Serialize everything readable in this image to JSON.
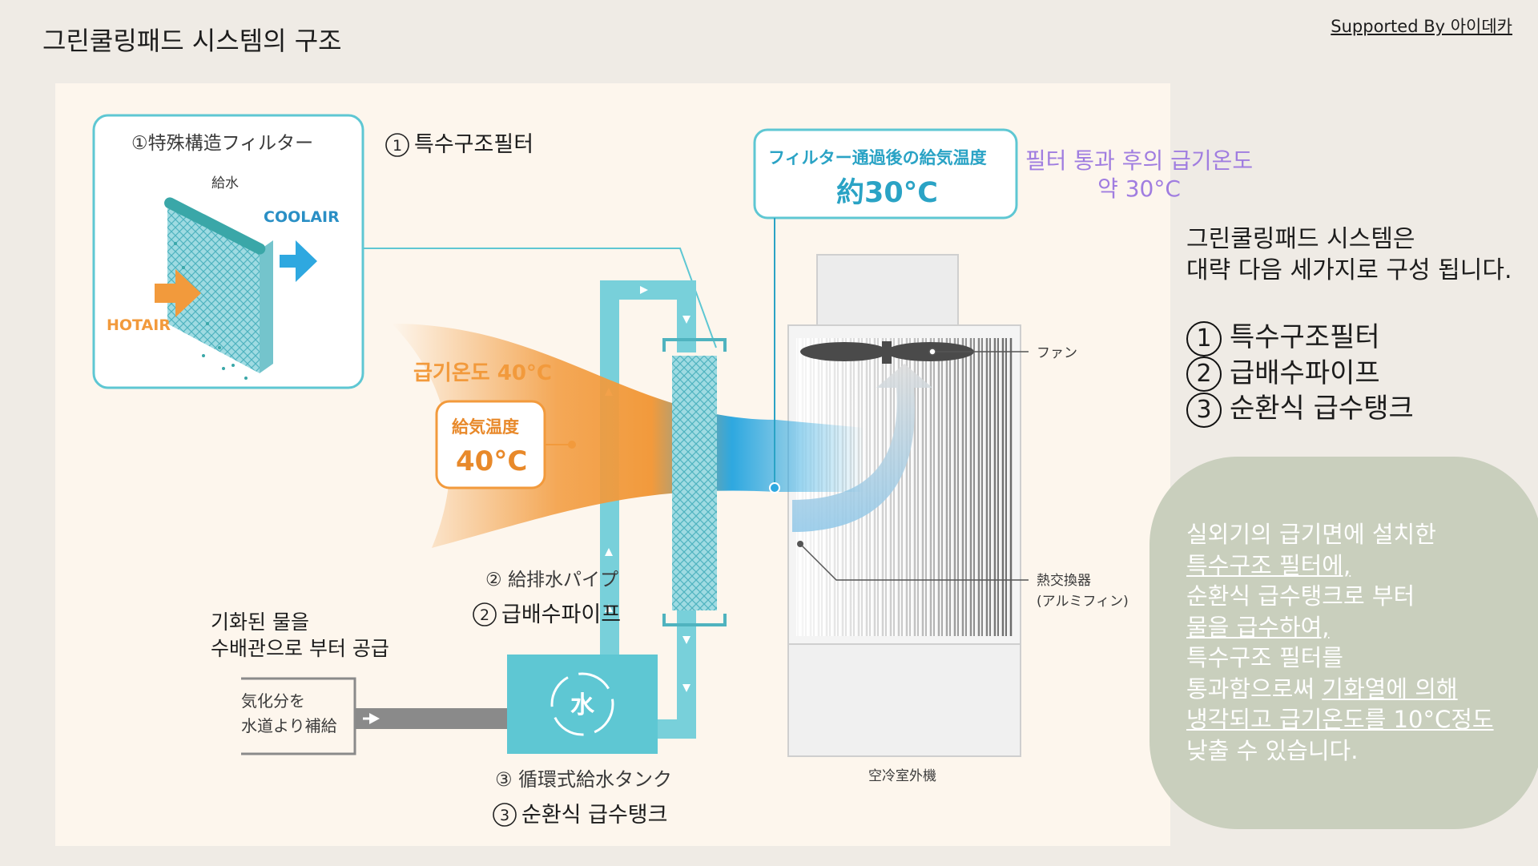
{
  "page": {
    "title": "그린쿨링패드 시스템의 구조",
    "supported": "Supported By 아이데카"
  },
  "diagram": {
    "filter_box_title_jp": "①特殊構造フィルター",
    "filter_kr": "① 특수구조필터",
    "feed_water_jp": "給水",
    "cool_air": "COOLAIR",
    "hot_air": "HOTAIR",
    "after_filter_jp_title": "フィルター通過後の給気温度",
    "after_filter_jp_value": "約30°C",
    "after_filter_kr_line1": "필터 통과 후의 급기온도",
    "after_filter_kr_line2": "약 30°C",
    "supply_temp_kr": "급기온도 40°C",
    "supply_temp_jp_title": "給気温度",
    "supply_temp_jp_value": "40°C",
    "fan_jp": "ファン",
    "heat_exchanger_jp_line1": "熱交換器",
    "heat_exchanger_jp_line2": "(アルミフィン)",
    "pipe_num": "②",
    "pipe_jp": "給排水パイプ",
    "pipe_kr": "급배수파이프",
    "evap_kr_line1": "기화된 물을",
    "evap_kr_line2": "수배관으로 부터 공급",
    "evap_jp_line1": "気化分を",
    "evap_jp_line2": "水道より補給",
    "tank_symbol": "水",
    "tank_num": "③",
    "tank_jp": "循環式給水タンク",
    "tank_kr": "순환식 급수탱크",
    "outdoor_unit_jp": "空冷室外機"
  },
  "right": {
    "intro_line1": "그린쿨링패드 시스템은",
    "intro_line2": "대략 다음 세가지로 구성 됩니다.",
    "items": [
      {
        "num": "1",
        "label": "특수구조필터"
      },
      {
        "num": "2",
        "label": "급배수파이프"
      },
      {
        "num": "3",
        "label": "순환식 급수탱크"
      }
    ],
    "callout_lines": [
      "실외기의 급기면에 설치한",
      "특수구조 필터에,",
      "순환식 급수탱크로 부터",
      "물을 급수하여,",
      "특수구조 필터를",
      "통과함으로써 ",
      "기화열에 의해",
      "냉각되고 급기온도를 10°C정도",
      "낮출 수 있습니다."
    ]
  },
  "colors": {
    "panel": "#fdf6ed",
    "teal": "#5ec7d3",
    "orange": "#f29a3c",
    "purple": "#a07de0",
    "callout": "#c9cfbd"
  }
}
